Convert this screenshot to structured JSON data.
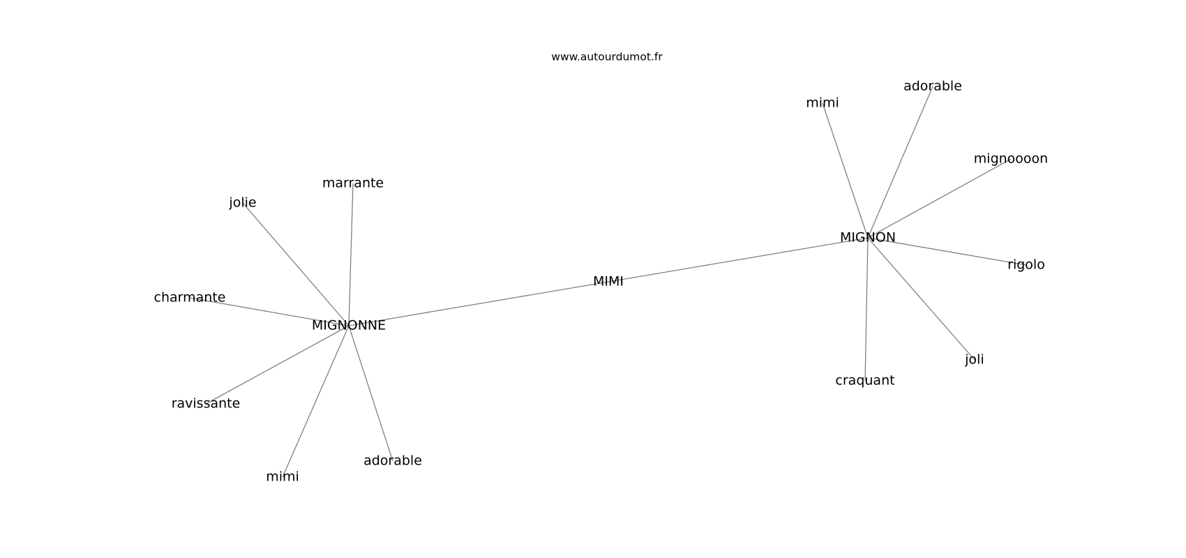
{
  "source": "www.autourdumot.fr",
  "nodes": [
    {
      "id": "center",
      "label": "MIMI"
    },
    {
      "id": "mignonne",
      "label": "MIGNONNE"
    },
    {
      "id": "mignon",
      "label": "MIGNON"
    },
    {
      "id": "l-jolie",
      "label": "jolie"
    },
    {
      "id": "l-marrante",
      "label": "marrante"
    },
    {
      "id": "l-charmante",
      "label": "charmante"
    },
    {
      "id": "l-ravissante",
      "label": "ravissante"
    },
    {
      "id": "l-mimi",
      "label": "mimi"
    },
    {
      "id": "l-adorable",
      "label": "adorable"
    },
    {
      "id": "r-mimi",
      "label": "mimi"
    },
    {
      "id": "r-adorable",
      "label": "adorable"
    },
    {
      "id": "r-mignoooon",
      "label": "mignoooon"
    },
    {
      "id": "r-rigolo",
      "label": "rigolo"
    },
    {
      "id": "r-joli",
      "label": "joli"
    },
    {
      "id": "r-craquant",
      "label": "craquant"
    }
  ],
  "edges": [
    [
      "mignonne",
      "mignon"
    ],
    [
      "mignonne",
      "l-jolie"
    ],
    [
      "mignonne",
      "l-marrante"
    ],
    [
      "mignonne",
      "l-charmante"
    ],
    [
      "mignonne",
      "l-ravissante"
    ],
    [
      "mignonne",
      "l-mimi"
    ],
    [
      "mignonne",
      "l-adorable"
    ],
    [
      "mignon",
      "r-mimi"
    ],
    [
      "mignon",
      "r-adorable"
    ],
    [
      "mignon",
      "r-mignoooon"
    ],
    [
      "mignon",
      "r-rigolo"
    ],
    [
      "mignon",
      "r-joli"
    ],
    [
      "mignon",
      "r-craquant"
    ]
  ]
}
